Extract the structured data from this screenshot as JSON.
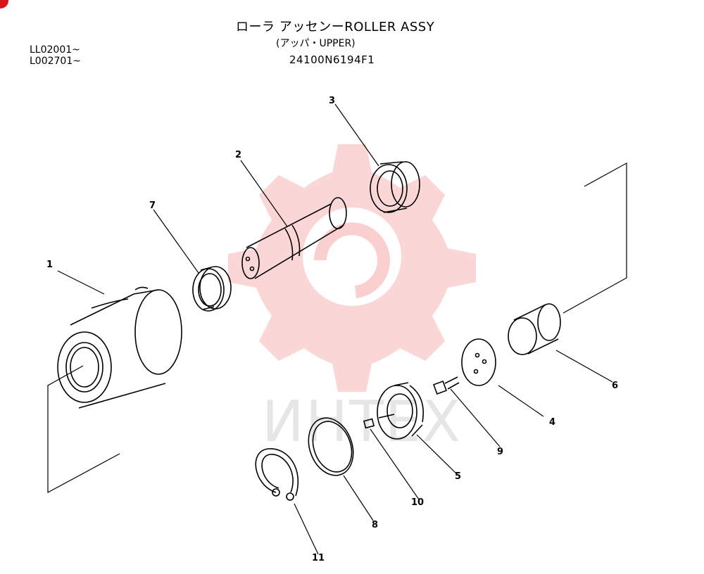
{
  "header": {
    "title": "ローラ アッセンーROLLER ASSY",
    "subtitle": "(アッパ・UPPER)",
    "part_number": "24100N6194F1"
  },
  "serials": [
    "LL02001~",
    "L002701~"
  ],
  "callouts": [
    "1",
    "2",
    "3",
    "4",
    "5",
    "6",
    "7",
    "8",
    "9",
    "10",
    "11"
  ],
  "watermark": {
    "text": "ИНТЕХ",
    "color": "#e8e8e8",
    "gear_color": "#f7c8c8"
  },
  "accent_color": "#d8141b"
}
